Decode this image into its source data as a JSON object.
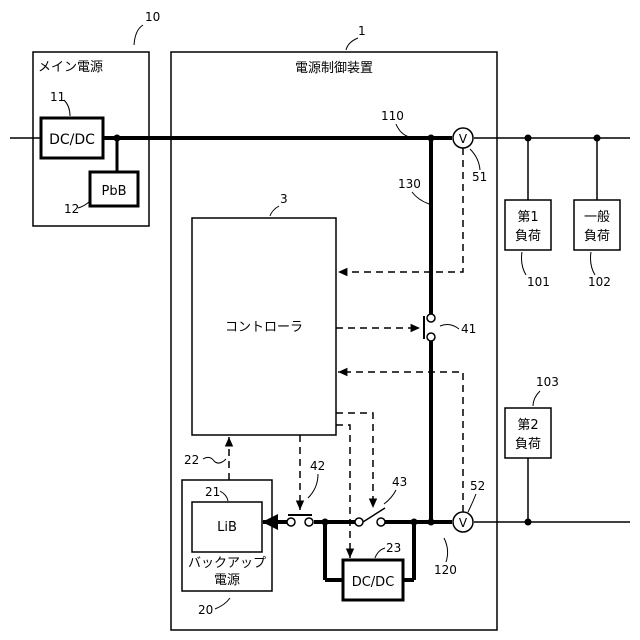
{
  "main_power": {
    "ref": "10",
    "title": "メイン電源"
  },
  "dcdc_main": {
    "ref": "11",
    "label": "DC/DC"
  },
  "pbb": {
    "ref": "12",
    "label": "PbB"
  },
  "control_device": {
    "ref": "1",
    "title": "電源制御装置"
  },
  "controller": {
    "ref": "3",
    "label": "コントローラ"
  },
  "backup_power": {
    "ref": "20",
    "title_line1": "バックアップ",
    "title_line2": "電源"
  },
  "lib": {
    "ref": "21",
    "label": "LiB"
  },
  "link_ref": "22",
  "dcdc_backup": {
    "ref": "23",
    "label": "DC/DC"
  },
  "line_refs": {
    "main_line": "110",
    "backup_line": "120",
    "connect_line": "130"
  },
  "sensor_refs": {
    "v1": "51",
    "v2": "52",
    "v_symbol": "V"
  },
  "switch_refs": {
    "sw41": "41",
    "sw42": "42",
    "sw43": "43"
  },
  "loads": {
    "load1": {
      "ref": "101",
      "line1": "第1",
      "line2": "負荷"
    },
    "general": {
      "ref": "102",
      "line1": "一般",
      "line2": "負荷"
    },
    "load2": {
      "ref": "103",
      "line1": "第2",
      "line2": "負荷"
    }
  }
}
